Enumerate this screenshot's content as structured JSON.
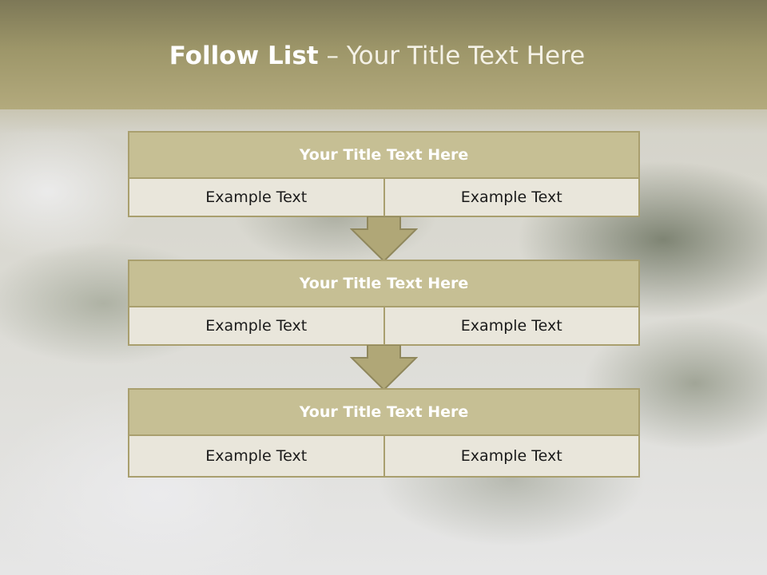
{
  "slide": {
    "title_bold": "Follow List",
    "title_rest": " – Your Title Text Here"
  },
  "steps": [
    {
      "heading": "Your Title Text Here",
      "left": "Example Text",
      "right": "Example Text"
    },
    {
      "heading": "Your Title Text Here",
      "left": "Example Text",
      "right": "Example Text"
    },
    {
      "heading": "Your Title Text Here",
      "left": "Example Text",
      "right": "Example Text"
    }
  ],
  "colors": {
    "header": "#a39c70",
    "box_head": "#c6bf94",
    "box_cell": "#e9e6db",
    "border": "#a99f6e"
  }
}
